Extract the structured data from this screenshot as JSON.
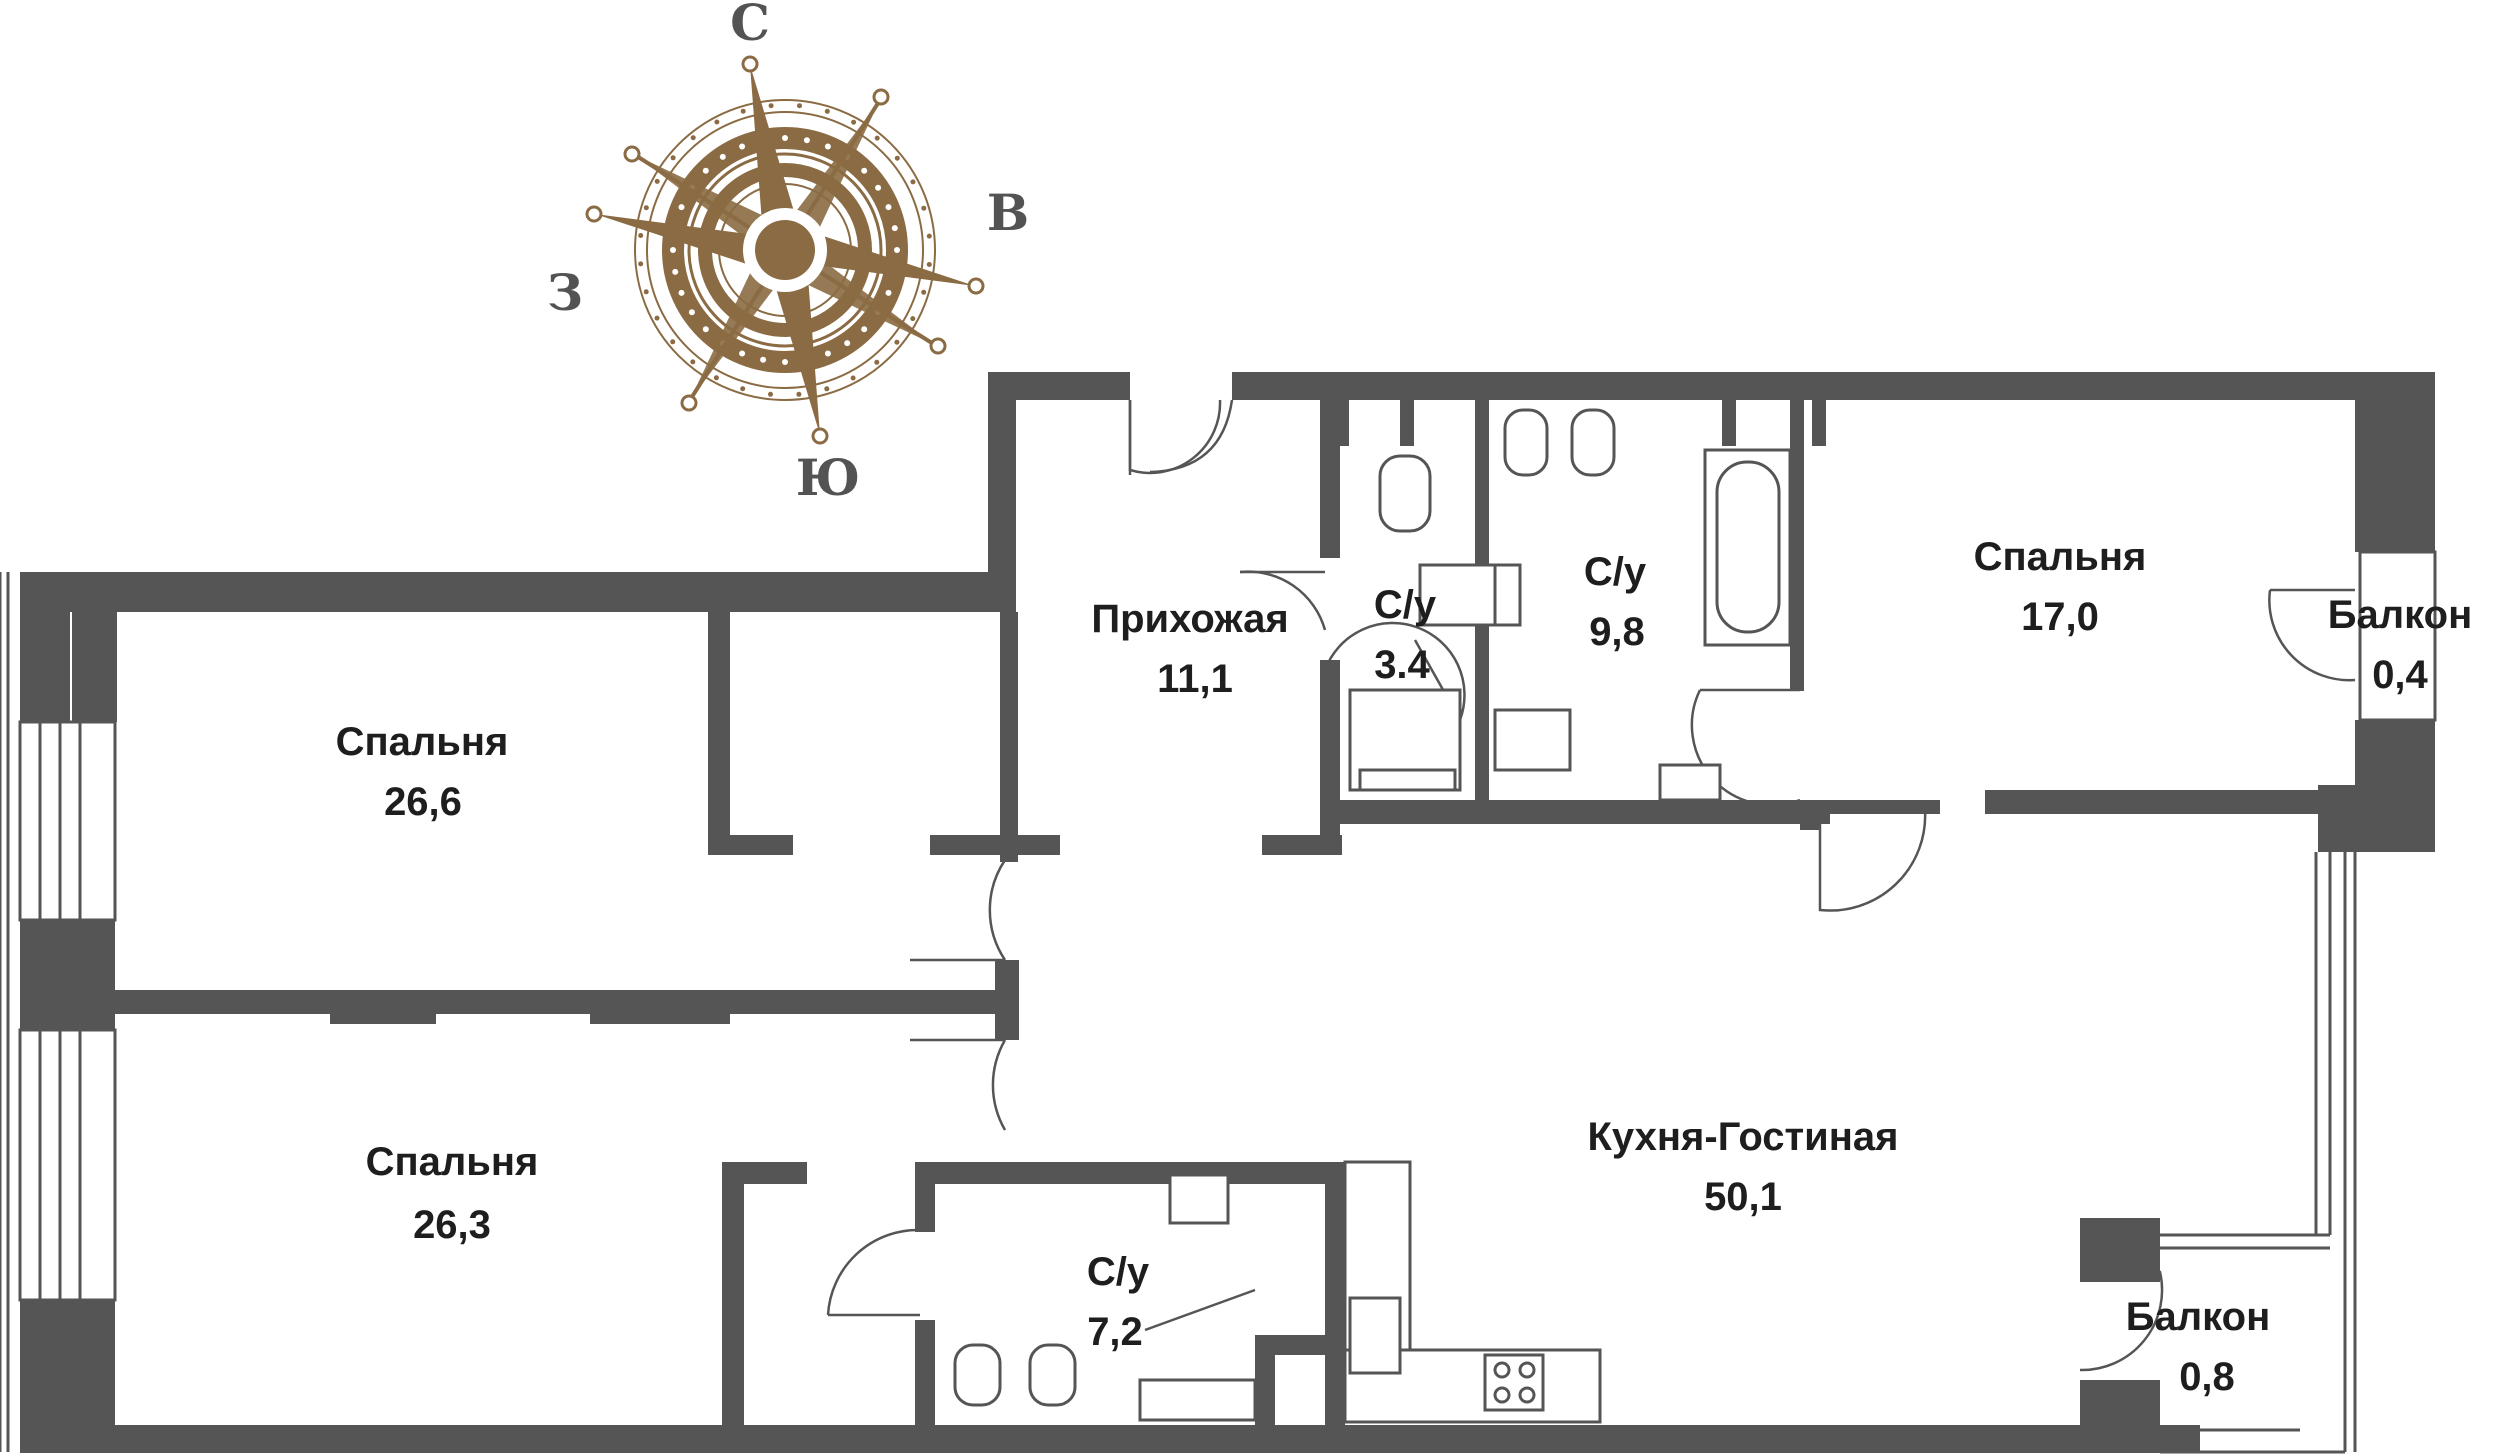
{
  "compass": {
    "north": "С",
    "east": "В",
    "south": "Ю",
    "west": "З",
    "color": "#8a6b43"
  },
  "rooms": [
    {
      "id": "hallway",
      "name": "Прихожая",
      "area": "11,1"
    },
    {
      "id": "wc-small",
      "name": "С/у",
      "area": "3.4"
    },
    {
      "id": "wc-main",
      "name": "С/у",
      "area": "9,8"
    },
    {
      "id": "bedroom-ne",
      "name": "Спальня",
      "area": "17,0"
    },
    {
      "id": "balcony-ne",
      "name": "Балкон",
      "area": "0,4"
    },
    {
      "id": "bedroom-nw",
      "name": "Спальня",
      "area": "26,6"
    },
    {
      "id": "bedroom-sw",
      "name": "Спальня",
      "area": "26,3"
    },
    {
      "id": "kitchen-living",
      "name": "Кухня-Гостиная",
      "area": "50,1"
    },
    {
      "id": "wc-south",
      "name": "С/у",
      "area": "7,2"
    },
    {
      "id": "balcony-se",
      "name": "Балкон",
      "area": "0,8"
    }
  ],
  "colors": {
    "wall": "#555555",
    "text": "#1e1e1e",
    "compass": "#8a6b43"
  }
}
